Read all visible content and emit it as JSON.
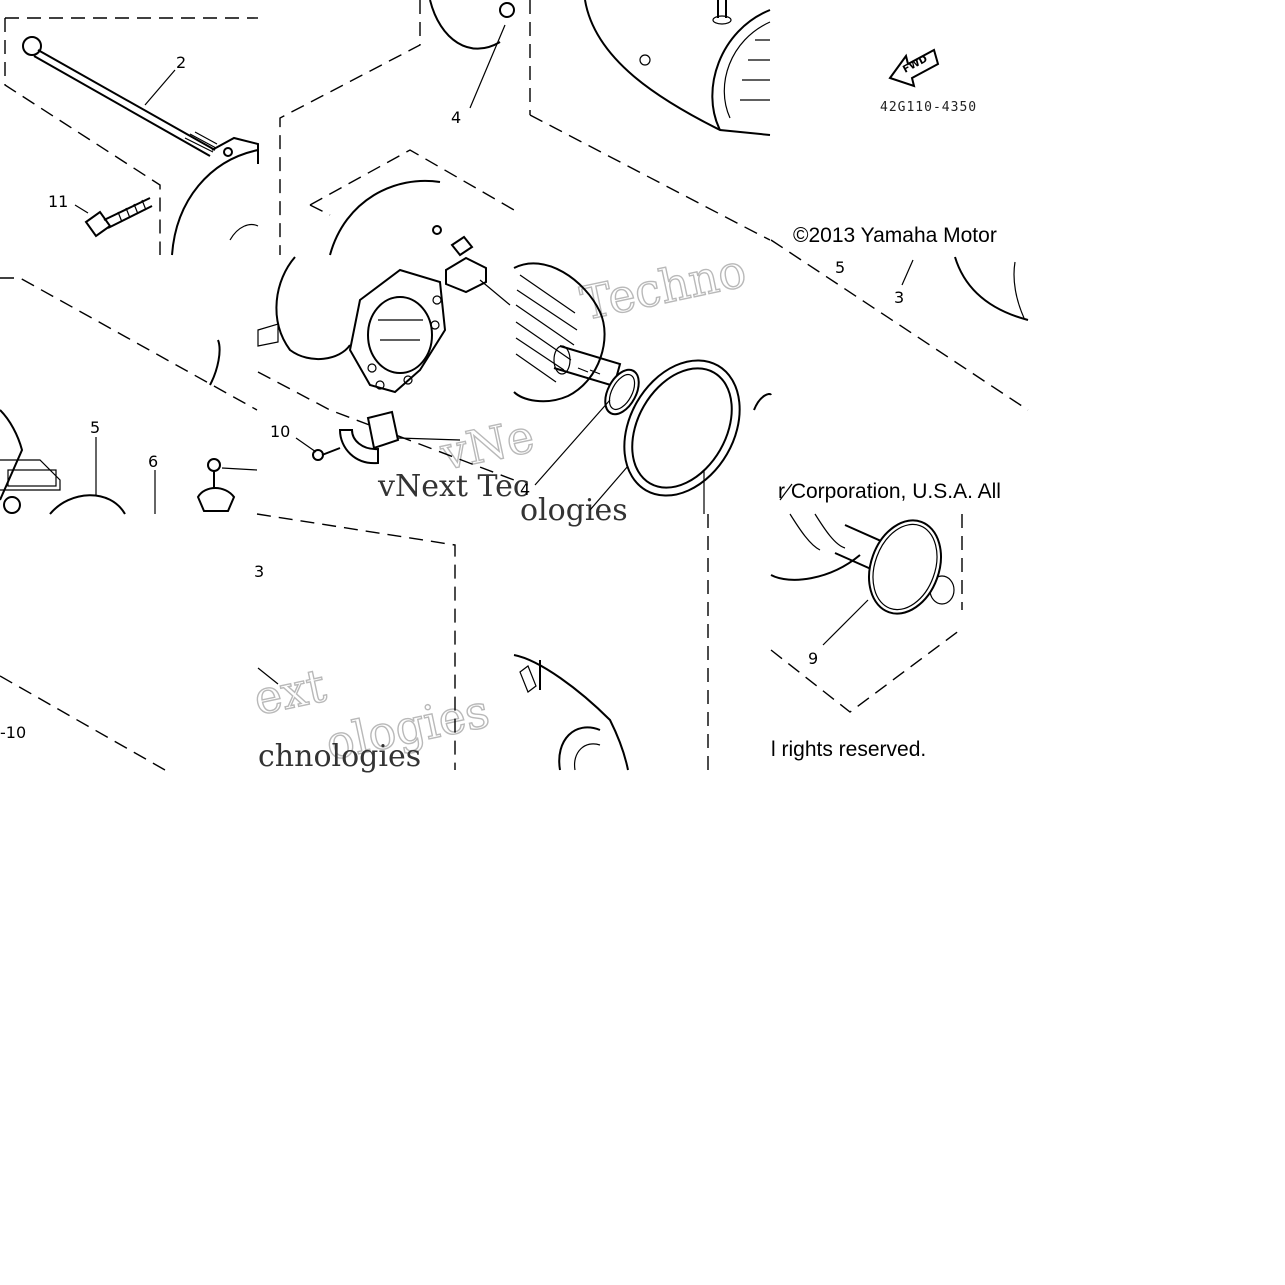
{
  "callouts": {
    "c2": "2",
    "c4_top": "4",
    "c11": "11",
    "c5_right": "5",
    "c3": "3",
    "c10": "10",
    "c5_left": "5",
    "c6": "6",
    "c4_mid": "4",
    "c9": "9",
    "c8_partial": "3",
    "c10_partial": "-10"
  },
  "copyright": {
    "line1": "©2013 Yamaha Motor",
    "line2": "r Corporation, U.S.A. All",
    "line3": "l rights reserved."
  },
  "part_number": "42G110-4350",
  "fwd_label": "FWD",
  "watermarks": {
    "w1": "Techno",
    "w2": "vNext Tec",
    "w3": "ologies",
    "w4": "ext",
    "w5": "ologies",
    "w6": "chnologies",
    "w7": "vNe"
  }
}
